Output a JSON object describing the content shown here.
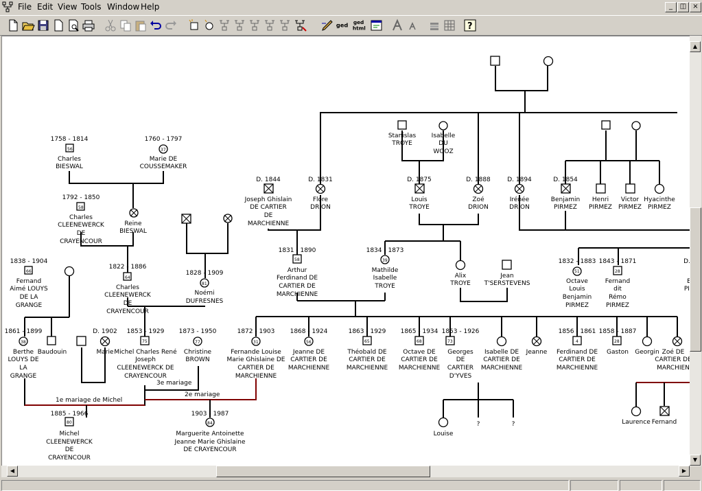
{
  "menu": {
    "file": "File",
    "edit": "Edit",
    "view": "View",
    "tools": "Tools",
    "window": "Window",
    "help": "Help"
  },
  "toolbar": {
    "ged": "ged",
    "ged_html_1": "ged",
    "ged_html_2": "html"
  },
  "marriages": {
    "m1": "1e mariage de Michel",
    "m2": "2e mariage",
    "m3": "3e mariage"
  },
  "people": {
    "charles_bieswal": {
      "dates": "1758 - 1814",
      "n1": "Charles",
      "n2": "BIESWAL",
      "age": "56"
    },
    "marie_coussemaker": {
      "dates": "1760 - 1797",
      "n1": "Marie DE",
      "n2": "COUSSEMAKER",
      "age": "37"
    },
    "charles_cleenewerck_1": {
      "dates": "1792 - 1850",
      "n1": "Charles",
      "n2": "CLEENEWERCK",
      "n3": "DE",
      "n4": "CRAYENCOUR",
      "age": "58"
    },
    "reine_bieswal": {
      "n1": "Reine",
      "n2": "BIESWAL"
    },
    "charles_cleenewerck_2": {
      "dates": "1822 - 1886",
      "n1": "Charles",
      "n2": "CLEENEWERCK",
      "n3": "DE",
      "n4": "CRAYENCOUR",
      "age": "64"
    },
    "fernand_louys": {
      "dates": "1838 - 1904",
      "n1": "Fernand",
      "n2": "Aimé LOUYS",
      "n3": "DE LA",
      "n4": "GRANGE",
      "age": "66"
    },
    "noemi": {
      "dates": "1828 - 1909",
      "n1": "Noémi",
      "n2": "DUFRESNES",
      "age": "81"
    },
    "berthe": {
      "dates": "1861 - 1899",
      "n1": "Berthe",
      "n2": "LOUYS DE",
      "n3": "LA",
      "n4": "GRANGE",
      "age": "38"
    },
    "baudouin": {
      "n1": "Baudouin"
    },
    "marie_d1902": {
      "dates": "D. 1902",
      "n1": "Marie"
    },
    "michel_charles": {
      "dates": "1853 - 1929",
      "n1": "Michel Charles René",
      "n2": "Joseph",
      "n3": "CLEENEWERCK DE",
      "n4": "CRAYENCOUR",
      "age": "75"
    },
    "christine": {
      "dates": "1873 - 1950",
      "n1": "Christine",
      "n2": "BROWN",
      "age": "77"
    },
    "michel_1885": {
      "dates": "1885 - 1966",
      "n1": "Michel",
      "n2": "CLEENEWERCK",
      "n3": "DE",
      "n4": "CRAYENCOUR",
      "age": "80"
    },
    "marguerite": {
      "dates": "1903 - 1987",
      "n1": "Marguerite Antoinette",
      "n2": "Jeanne Marie Ghislaine",
      "n3": "DE CRAYENCOUR",
      "age": "84"
    },
    "joseph_ghislain": {
      "dates": "D. 1844",
      "n1": "Joseph Ghislain",
      "n2": "DE CARTIER",
      "n3": "DE",
      "n4": "MARCHIENNE"
    },
    "flore": {
      "dates": "D. 1831",
      "n1": "Flore",
      "n2": "DRION"
    },
    "stanislas": {
      "n1": "Stanislas",
      "n2": "TROYE"
    },
    "isabelle_wooz": {
      "n1": "Isabelle",
      "n2": "DU",
      "n3": "WOOZ"
    },
    "louis_troye": {
      "dates": "D. 1875",
      "n1": "Louis",
      "n2": "TROYE"
    },
    "zoe_drion": {
      "dates": "D. 1888",
      "n1": "Zoé",
      "n2": "DRION"
    },
    "irenee": {
      "dates": "D. 1894",
      "n1": "Irénée",
      "n2": "DRION"
    },
    "benjamin": {
      "dates": "D. 1854",
      "n1": "Benjamin",
      "n2": "PIRMEZ"
    },
    "henri": {
      "n1": "Henri",
      "n2": "PIRMEZ"
    },
    "victor": {
      "n1": "Victor",
      "n2": "PIRMEZ"
    },
    "hyacinthe": {
      "n1": "Hyacinthe",
      "n2": "PIRMEZ"
    },
    "arthur": {
      "dates": "1831 - 1890",
      "n1": "Arthur",
      "n2": "Ferdinand DE",
      "n3": "CARTIER DE",
      "n4": "MARCHIENNE",
      "age": "58"
    },
    "mathilde": {
      "dates": "1834 - 1873",
      "n1": "Mathilde",
      "n2": "Isabelle",
      "n3": "TROYE",
      "age": "39"
    },
    "alix": {
      "n1": "Alix",
      "n2": "TROYE"
    },
    "jean_tserstevens": {
      "n1": "Jean",
      "n2": "T'SERSTEVENS"
    },
    "octave_pirmez": {
      "dates": "1832 - 1883",
      "n1": "Octave",
      "n2": "Louis",
      "n3": "Benjamin",
      "n4": "PIRMEZ",
      "age": "51"
    },
    "fernand_pirmez": {
      "dates": "1843 - 1871",
      "n1": "Fernand",
      "n2": "dit",
      "n3": "Rémo",
      "n4": "PIRMEZ",
      "age": "28"
    },
    "right_cut": {
      "dates": "D.",
      "n1": "E",
      "n2": "PIR"
    },
    "fernande": {
      "dates": "1872 - 1903",
      "n1": "Fernande Louise",
      "n2": "Marie Ghislaine DE",
      "n3": "CARTIER DE",
      "n4": "MARCHIENNE",
      "age": "31"
    },
    "jeanne_1868": {
      "dates": "1868 - 1924",
      "n1": "Jeanne DE",
      "n2": "CARTIER DE",
      "n3": "MARCHIENNE",
      "age": "56"
    },
    "theobald": {
      "dates": "1863 - 1929",
      "n1": "Théobald DE",
      "n2": "CARTIER DE",
      "n3": "MARCHIENNE",
      "age": "65"
    },
    "octave_cartier": {
      "dates": "1865 - 1934",
      "n1": "Octave DE",
      "n2": "CARTIER DE",
      "n3": "MARCHIENNE",
      "age": "68"
    },
    "georges": {
      "dates": "1853 - 1926",
      "n1": "Georges",
      "n2": "DE",
      "n3": "CARTIER",
      "n4": "D'YVES",
      "age": "73"
    },
    "isabelle_cartier": {
      "n1": "Isabelle DE",
      "n2": "CARTIER DE",
      "n3": "MARCHIENNE"
    },
    "jeanne": {
      "n1": "Jeanne"
    },
    "ferdinand": {
      "dates": "1856 - 1861",
      "n1": "Ferdinand DE",
      "n2": "CARTIER DE",
      "n3": "MARCHIENNE",
      "age": "4"
    },
    "gaston": {
      "dates": "1858 - 1887",
      "n1": "Gaston",
      "age": "28"
    },
    "georgin": {
      "n1": "Georgin"
    },
    "zoe_cartier": {
      "n1": "Zoé DE",
      "n2": "CARTIER DE",
      "n3": "MARCHIEN"
    },
    "louise": {
      "n1": "Louise"
    },
    "unknown1": {
      "n1": "?"
    },
    "unknown2": {
      "n1": "?"
    },
    "laurence": {
      "n1": "Laurence"
    },
    "fernand_child": {
      "n1": "Fernand"
    }
  },
  "colors": {
    "line": "#000000",
    "marriage": "#800000",
    "canvas": "#ffffff",
    "chrome": "#d4d0c8"
  }
}
